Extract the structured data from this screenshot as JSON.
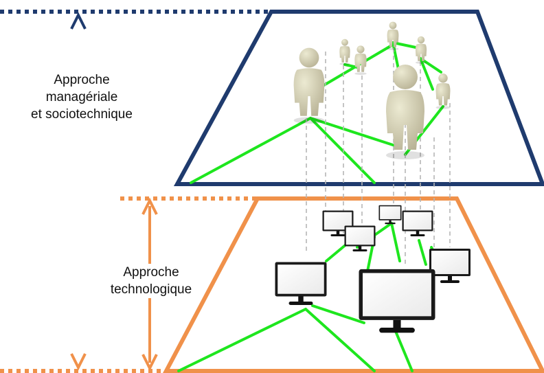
{
  "colors": {
    "top_layer": "#1f3b6e",
    "bottom_layer": "#f0914a",
    "network_link": "#1ee61e",
    "projection_line": "#b5b5b5",
    "person_body": "#d9d4b4",
    "monitor_bezel": "#1a1a1a"
  },
  "top_layer": {
    "label_lines": [
      "Approche",
      "managériale",
      "et sociotechnique"
    ]
  },
  "bottom_layer": {
    "label_lines": [
      "Approche",
      "technologique"
    ]
  },
  "icons": {
    "person": "person-icon",
    "monitor": "monitor-icon",
    "arrow": "double-headed-arrow-icon"
  }
}
